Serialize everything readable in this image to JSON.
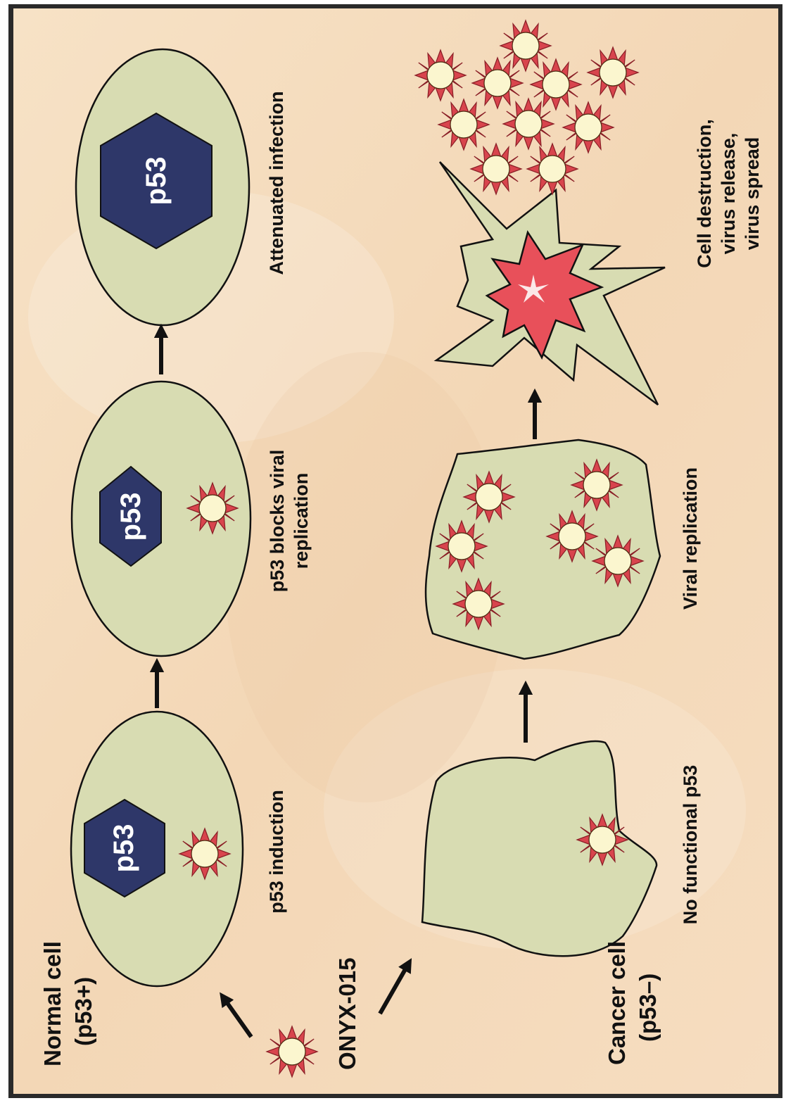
{
  "diagram": {
    "virus_label": "ONYX-015",
    "normal_row": {
      "title_line1": "Normal cell",
      "title_line2": "(p53+)",
      "step1_caption": "p53 induction",
      "step2_caption_line1": "p53 blocks viral",
      "step2_caption_line2": "replication",
      "step3_caption": "Attenuated infection",
      "p53_label": "p53"
    },
    "cancer_row": {
      "title_line1": "Cancer cell",
      "title_line2": "(p53–)",
      "step1_caption": "No functional p53",
      "step2_caption": "Viral replication",
      "step3_caption_line1": "Cell destruction,",
      "step3_caption_line2": "virus release,",
      "step3_caption_line3": "virus spread"
    },
    "colors": {
      "background": "#f5dcbc",
      "cell_fill": "#d8dcb2",
      "p53_fill": "#2e3769",
      "virus_spike": "#d8444d",
      "virus_core": "#fbf6cf",
      "burst_core": "#e8505a"
    }
  }
}
